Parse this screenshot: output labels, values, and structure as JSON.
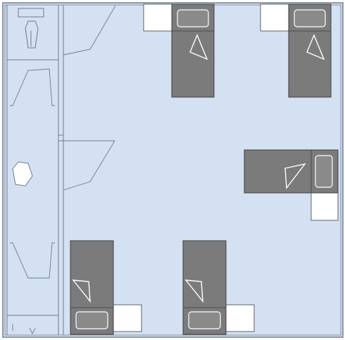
{
  "plan": {
    "colors": {
      "floor": "#d3e1f3",
      "wall": "#6f7a8a",
      "bed": "#7b7b7b",
      "bed_edge": "#3f3f3f",
      "pillow": "#8a8a8a",
      "nightstand": "#ffffff"
    },
    "icons": {
      "bed": "bed-icon",
      "nightstand": "nightstand-icon",
      "door": "door-swing-icon",
      "toilet": "toilet-icon",
      "sink": "sink-icon"
    },
    "beds": [
      {
        "name": "bed-top-left",
        "orientation": "head-up"
      },
      {
        "name": "bed-top-right",
        "orientation": "head-up"
      },
      {
        "name": "bed-middle-right",
        "orientation": "head-right"
      },
      {
        "name": "bed-bottom-left",
        "orientation": "head-down"
      },
      {
        "name": "bed-bottom-center",
        "orientation": "head-down"
      }
    ],
    "nightstand_count": 5
  }
}
